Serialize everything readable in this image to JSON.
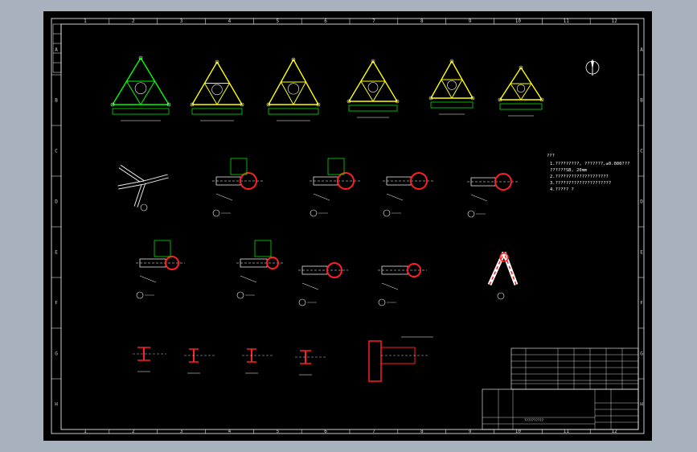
{
  "drawing": {
    "col_labels": [
      "1",
      "2",
      "3",
      "4",
      "5",
      "6",
      "7",
      "8",
      "9",
      "10",
      "11",
      "12"
    ],
    "row_labels": [
      "A",
      "B",
      "C",
      "D",
      "E",
      "F",
      "G",
      "H"
    ],
    "notes_title": "???",
    "notes": [
      "1.?????????, ???????,±0.000???",
      "  ??????SB, 20mm",
      "2.????????????????????",
      "3.?????????????????????",
      "4.?????  ?"
    ],
    "sheet_title": "??????????"
  },
  "colors": {
    "background": "#000000",
    "frame": "#ffffff",
    "member_yellow": "#ffff00",
    "member_green": "#00ff00",
    "section_red": "#ff2020",
    "dimension": "#ffffff",
    "screen": "#a8b2bf"
  }
}
